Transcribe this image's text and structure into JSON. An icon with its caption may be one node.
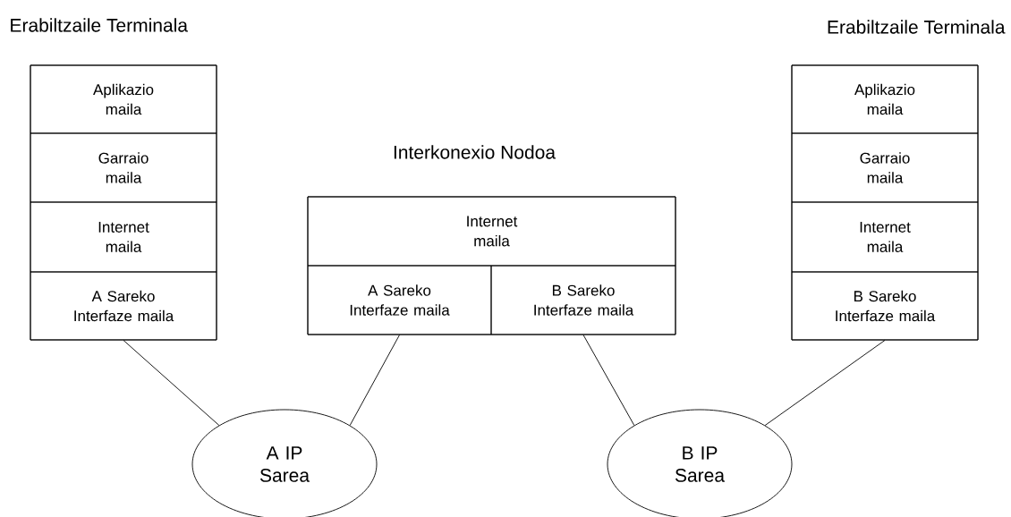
{
  "diagram": {
    "nodes": [
      {
        "text": [
          "Erabiltzaile Terminala"
        ]
      },
      {
        "text": [
          "Aplikazio maila"
        ],
        "in": 0
      },
      {
        "text": [
          "Garraio maila"
        ],
        "in": 0
      },
      {
        "text": [
          "Internet maila"
        ],
        "in": 0
      },
      {
        "text": [
          "A Sareko Interfaze maila"
        ],
        "in": 0
      },
      {
        "text": [
          "Interkonexio Nodoa"
        ]
      },
      {
        "text": [
          "Internet maila"
        ],
        "in": 5
      },
      {
        "text": [
          "A Sareko Interfaze maila"
        ],
        "in": 5
      },
      {
        "text": [
          "B Sareko Interfaze maila"
        ],
        "in": 5
      },
      {
        "text": [
          "Erabiltzaile Terminala"
        ]
      },
      {
        "text": [
          "Aplikazio maila"
        ],
        "in": 9
      },
      {
        "text": [
          "Garraio maila"
        ],
        "in": 9
      },
      {
        "text": [
          "Internet maila"
        ],
        "in": 9
      },
      {
        "text": [
          "B Sareko Interfaze maila"
        ],
        "in": 9
      },
      {
        "text": [
          "A IP Sarea"
        ]
      },
      {
        "text": [
          "B IP Sarea"
        ]
      }
    ],
    "edges": [
      {
        "from": 4,
        "to": 14,
        "arrow": "none"
      },
      {
        "from": 7,
        "to": 14,
        "arrow": "none"
      },
      {
        "from": 8,
        "to": 15,
        "arrow": "none"
      },
      {
        "from": 13,
        "to": 15,
        "arrow": "none"
      }
    ]
  }
}
